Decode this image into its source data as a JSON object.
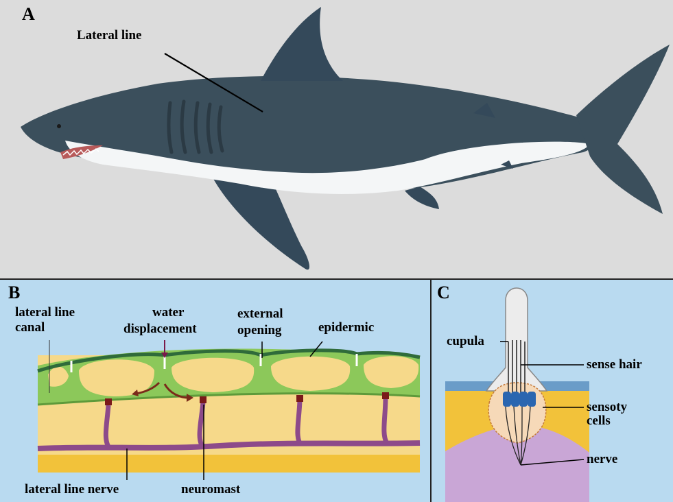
{
  "panels": {
    "a": {
      "letter": "A",
      "lateral_line_label": "Lateral  line"
    },
    "b": {
      "letter": "B",
      "lateral_line_canal_line1": "lateral line",
      "lateral_line_canal_line2": "canal",
      "water_displacement_line1": "water",
      "water_displacement_line2": "displacement",
      "external_opening_line1": "external",
      "external_opening_line2": "opening",
      "epidermic": "epidermic",
      "lateral_line_nerve": "lateral line nerve",
      "neuromast": "neuromast"
    },
    "c": {
      "letter": "C",
      "cupula": "cupula",
      "sense_hair": "sense hair",
      "sensory_cells_line1": "sensoty",
      "sensory_cells_line2": "cells",
      "nerve": "nerve"
    }
  },
  "colors": {
    "panel_a_background": "#dcdcdc",
    "panel_bc_background": "#b9daf0",
    "shark_dorsal": "#3b4f5c",
    "shark_belly": "#ffffff",
    "canal_green": "#8cc85a",
    "epidermis_dark_green": "#2f6b3a",
    "tissue_yellow": "#f6d98a",
    "nerve_purple": "#8d4a8a",
    "sensory_cell_blue": "#2a66b0"
  }
}
